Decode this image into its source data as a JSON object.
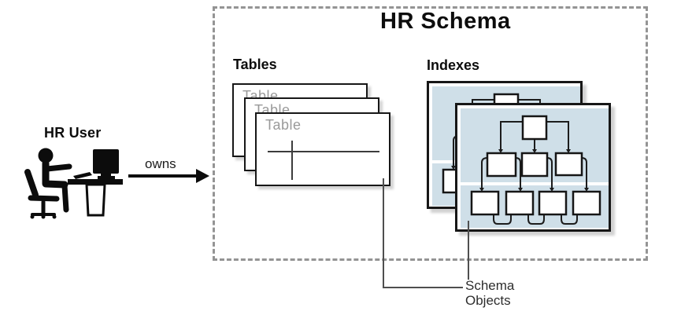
{
  "title": "HR Schema",
  "user": {
    "label": "HR User"
  },
  "relation": {
    "label": "owns"
  },
  "tables": {
    "label": "Tables",
    "cards": [
      {
        "label": "Table"
      },
      {
        "label": "Table"
      },
      {
        "label": "Table"
      }
    ]
  },
  "indexes": {
    "label": "Indexes"
  },
  "callout": {
    "line1": "Schema",
    "line2": "Objects"
  },
  "icons": [
    "hr-user-desk-icon",
    "owns-arrow-icon",
    "table-card-icon",
    "btree-index-icon"
  ],
  "colors": {
    "index_panel_blue": "#cfdfe8",
    "card_border": "#171717",
    "dashed_boundary": "#949494",
    "muted_table_text": "#9a9a9a",
    "connector_gray": "#4f4f4f",
    "black": "#0d0d0d"
  }
}
